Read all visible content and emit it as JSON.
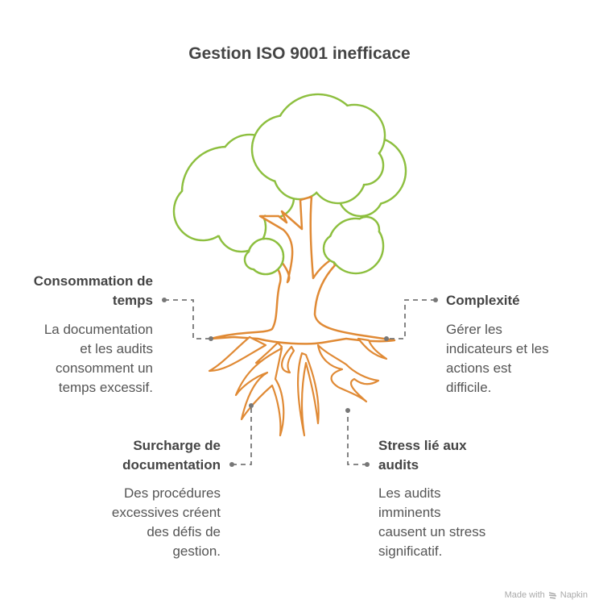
{
  "title": "Gestion ISO 9001 inefficace",
  "items": [
    {
      "heading": "Consommation de temps",
      "lines": [
        "La documentation",
        "et les audits",
        "consomment un",
        "temps excessif."
      ]
    },
    {
      "heading": "Complexité",
      "lines": [
        "Gérer les",
        "indicateurs et les",
        "actions est",
        "difficile."
      ]
    },
    {
      "heading": "Surcharge de documentation",
      "lines": [
        "Des procédures",
        "excessives créent",
        "des défis de",
        "gestion."
      ]
    },
    {
      "heading": "Stress lié aux audits",
      "lines": [
        "Les audits",
        "imminents",
        "causent un stress",
        "significatif."
      ]
    }
  ],
  "colors": {
    "canopy": "#8dbf3f",
    "trunk": "#e08a35",
    "connector": "#777777"
  },
  "footer": {
    "made_with": "Made with",
    "brand": "Napkin"
  }
}
